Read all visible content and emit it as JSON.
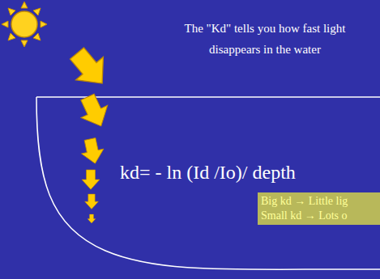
{
  "diagram": {
    "nodes": [
      {
        "text": [
          "Big kd → Little lig",
          "Small kd → Lots o"
        ]
      }
    ],
    "labels": [
      "The \"Kd\" tells you how fast light disappears in the water",
      "kd= - ln (Id /Io)/ depth"
    ]
  }
}
